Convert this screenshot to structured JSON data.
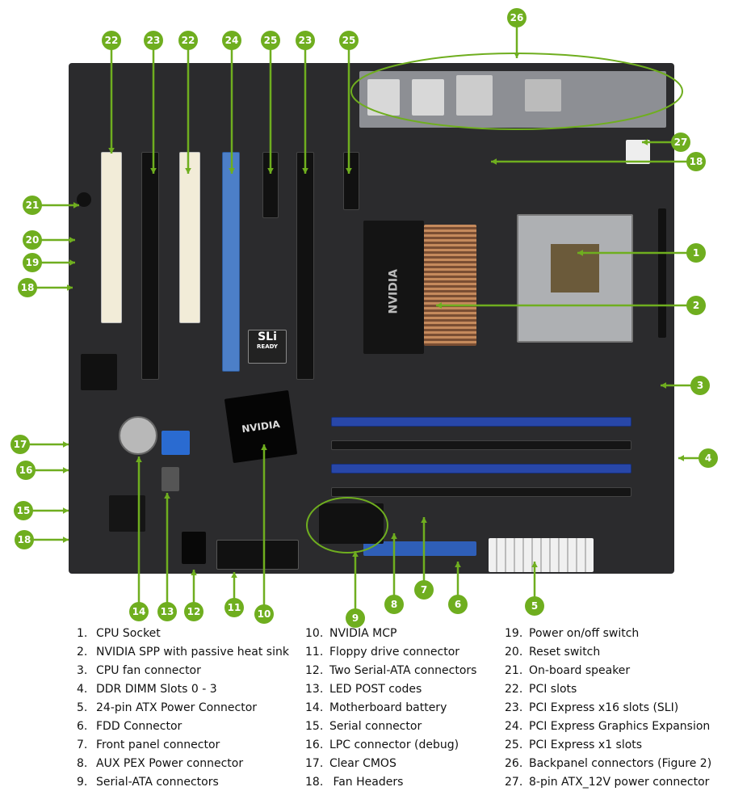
{
  "accent_color": "#6fae1f",
  "callouts": [
    "26",
    "22",
    "23",
    "22",
    "24",
    "25",
    "23",
    "25",
    "27",
    "18",
    "1",
    "2",
    "3",
    "4",
    "5",
    "6",
    "7",
    "8",
    "9",
    "10",
    "11",
    "12",
    "13",
    "14",
    "21",
    "20",
    "19",
    "18",
    "17",
    "16",
    "15",
    "18"
  ],
  "board_text": {
    "chip_logo": "NVIDIA",
    "sli": "SLi",
    "sli_sub": "READY",
    "heatsink_logo": "NVIDIA"
  },
  "legend": {
    "col1": [
      {
        "n": "1.",
        "t": "CPU Socket"
      },
      {
        "n": "2.",
        "t": "NVIDIA SPP with passive heat sink"
      },
      {
        "n": "3.",
        "t": "CPU fan connector"
      },
      {
        "n": "4.",
        "t": "DDR DIMM Slots 0 - 3"
      },
      {
        "n": "5.",
        "t": "24-pin ATX Power Connector"
      },
      {
        "n": "6.",
        "t": "FDD Connector"
      },
      {
        "n": "7.",
        "t": "Front panel connector"
      },
      {
        "n": "8.",
        "t": "AUX PEX Power connector"
      },
      {
        "n": "9.",
        "t": "Serial-ATA connectors"
      }
    ],
    "col2": [
      {
        "n": "10.",
        "t": "NVIDIA MCP"
      },
      {
        "n": "11.",
        "t": "Floppy drive connector"
      },
      {
        "n": "12.",
        "t": "Two Serial-ATA connectors"
      },
      {
        "n": "13.",
        "t": "LED POST codes"
      },
      {
        "n": "14.",
        "t": "Motherboard battery"
      },
      {
        "n": "15.",
        "t": "Serial connector"
      },
      {
        "n": "16.",
        "t": "LPC connector (debug)"
      },
      {
        "n": "17.",
        "t": "Clear CMOS"
      },
      {
        "n": "18.",
        "t": " Fan Headers"
      }
    ],
    "col3": [
      {
        "n": "19.",
        "t": "Power on/off switch"
      },
      {
        "n": "20.",
        "t": "Reset switch"
      },
      {
        "n": "21.",
        "t": "On-board speaker"
      },
      {
        "n": "22.",
        "t": "PCI slots"
      },
      {
        "n": "23.",
        "t": "PCI Express x16 slots (SLI)"
      },
      {
        "n": "24.",
        "t": "PCI Express Graphics Expansion"
      },
      {
        "n": "25.",
        "t": "PCI Express x1 slots"
      },
      {
        "n": "26.",
        "t": "Backpanel connectors (Figure 2)"
      },
      {
        "n": "27.",
        "t": "8-pin ATX_12V power connector"
      }
    ]
  }
}
